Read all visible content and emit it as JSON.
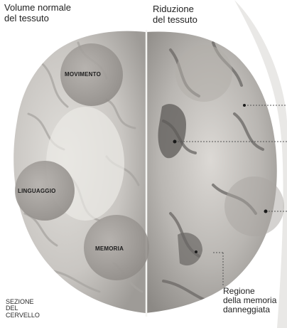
{
  "headers": {
    "left": [
      "Volume normale",
      "del tessuto"
    ],
    "right": [
      "Riduzione",
      "del tessuto"
    ]
  },
  "regions": {
    "movimento": "MOVIMENTO",
    "linguaggio": "LINGUAGGIO",
    "memoria": "MEMORIA"
  },
  "section_label": [
    "SEZIONE",
    "DEL",
    "CERVELLO"
  ],
  "damaged_label": [
    "Regione",
    "della memoria",
    "danneggiata"
  ],
  "colors": {
    "background": "#ffffff",
    "brain_light": "#d2d0cc",
    "brain_dark": "#8a8784",
    "highlight_circle": "#9c9894",
    "text": "#222222"
  }
}
